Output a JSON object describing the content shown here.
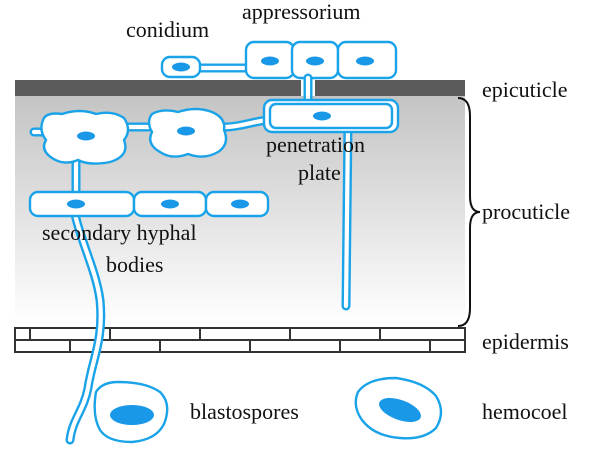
{
  "labels": {
    "conidium": "conidium",
    "appressorium": "appressorium",
    "epicuticle": "epicuticle",
    "penetration_line1": "penetration",
    "penetration_line2": "plate",
    "procuticle": "procuticle",
    "secondary_line1": "secondary hyphal",
    "secondary_line2": "bodies",
    "epidermis": "epidermis",
    "blastospores": "blastospores",
    "hemocoel": "hemocoel"
  },
  "colors": {
    "hypha_outline": "#1aa3e8",
    "nucleus": "#1a98e8",
    "epicuticle": "#5a5a5a",
    "procuticle_top": "#c4c4c4",
    "procuticle_bottom": "#ffffff",
    "epidermis_outline": "#333333"
  }
}
